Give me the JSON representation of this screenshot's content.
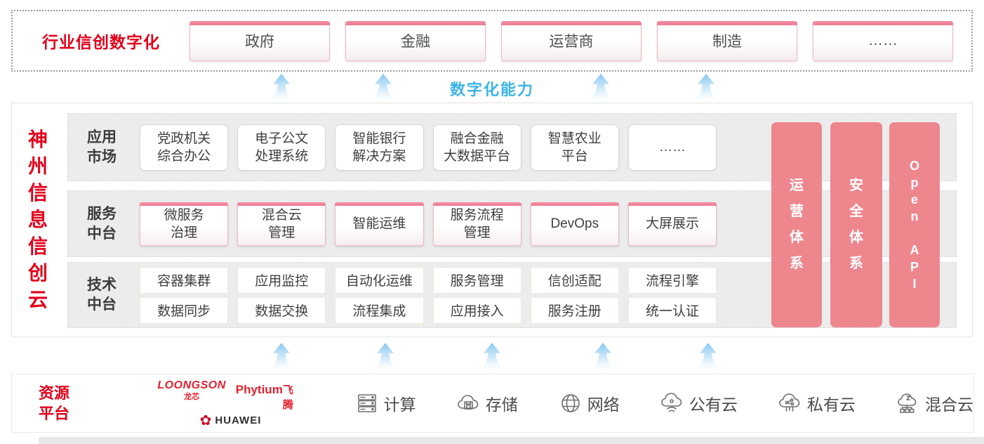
{
  "industry_band": {
    "label": "行业信创数字化",
    "sectors": [
      "政府",
      "金融",
      "运营商",
      "制造",
      "……"
    ]
  },
  "capability_label": "数字化能力",
  "platform": {
    "vertical_title": "神\n州\n信\n息\n信\n创\n云",
    "rows": [
      {
        "label": "应用\n市场",
        "items": [
          "党政机关\n综合办公",
          "电子公文\n处理系统",
          "智能银行\n解决方案",
          "融合金融\n大数据平台",
          "智慧农业\n平台",
          "……"
        ]
      },
      {
        "label": "服务\n中台",
        "items": [
          "微服务\n治理",
          "混合云\n管理",
          "智能运维",
          "服务流程\n管理",
          "DevOps",
          "大屏展示"
        ]
      },
      {
        "label": "技术\n中台",
        "items_top": [
          "容器集群",
          "应用监控",
          "自动化运维",
          "服务管理",
          "信创适配",
          "流程引擎"
        ],
        "items_bottom": [
          "数据同步",
          "数据交换",
          "流程集成",
          "应用接入",
          "服务注册",
          "统一认证"
        ]
      }
    ],
    "side_bars": [
      "运\n营\n体\n系",
      "安\n全\n体\n系",
      "O\np\ne\nn\n\nA\nP\nI"
    ]
  },
  "resource_platform": {
    "label": "资源\n平台",
    "vendors": {
      "loongson_en": "LOONGSON",
      "loongson_cn": "龙芯",
      "phytium_en": "Phytium",
      "phytium_cn": "飞腾",
      "huawei": "HUAWEI"
    },
    "resources": [
      {
        "icon": "compute-icon",
        "label": "计算"
      },
      {
        "icon": "storage-icon",
        "label": "存储"
      },
      {
        "icon": "network-icon",
        "label": "网络"
      },
      {
        "icon": "public-cloud-icon",
        "label": "公有云"
      },
      {
        "icon": "private-cloud-icon",
        "label": "私有云"
      },
      {
        "icon": "hybrid-cloud-icon",
        "label": "混合云"
      }
    ]
  },
  "colors": {
    "accent_red": "#e3001b",
    "bar_salmon": "#ee868e",
    "capability_blue": "#3cb4e8",
    "panel_gray": "#ececec"
  }
}
